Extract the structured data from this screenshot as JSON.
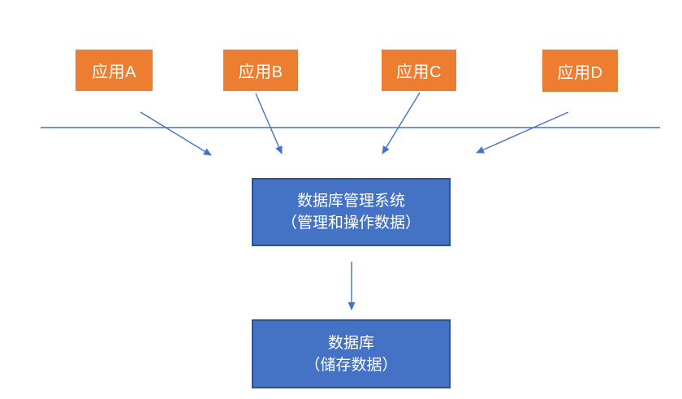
{
  "apps": [
    {
      "label": "应用A"
    },
    {
      "label": "应用B"
    },
    {
      "label": "应用C"
    },
    {
      "label": "应用D"
    }
  ],
  "dbms": {
    "line1": "数据库管理系统",
    "line2": "（管理和操作数据）"
  },
  "database": {
    "line1": "数据库",
    "line2": "（储存数据）"
  },
  "colors": {
    "app_fill": "#ED7D31",
    "db_fill": "#4472C4",
    "db_border": "#2F528F",
    "arrow": "#4472C4",
    "text_on_shape": "#FFFFFF",
    "canvas_bg": "#FFFFFF"
  }
}
